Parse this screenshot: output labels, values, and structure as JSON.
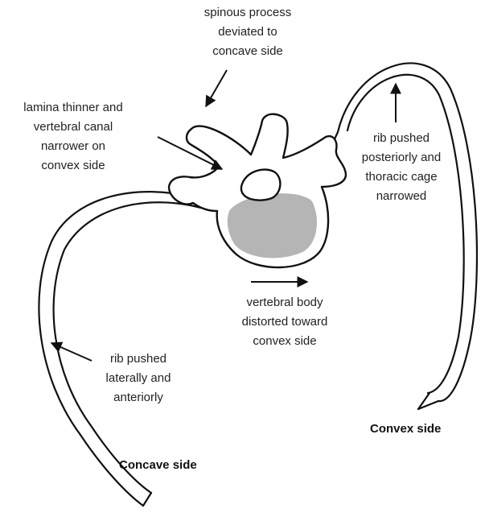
{
  "labels": {
    "spinous": [
      "spinous process",
      "deviated to",
      "concave side"
    ],
    "lamina": [
      "lamina thinner and",
      "vertebral canal",
      "narrower on",
      "convex side"
    ],
    "rib_posterior": [
      "rib pushed",
      "posteriorly and",
      "thoracic cage",
      "narrowed"
    ],
    "vertebral_body": [
      "vertebral body",
      "distorted toward",
      "convex side"
    ],
    "rib_lateral": [
      "rib pushed",
      "laterally and",
      "anteriorly"
    ]
  },
  "sides": {
    "convex": "Convex side",
    "concave": "Concave side"
  },
  "colors": {
    "outline": "#111111",
    "body_fill": "#b5b5b5",
    "text": "#222222"
  }
}
